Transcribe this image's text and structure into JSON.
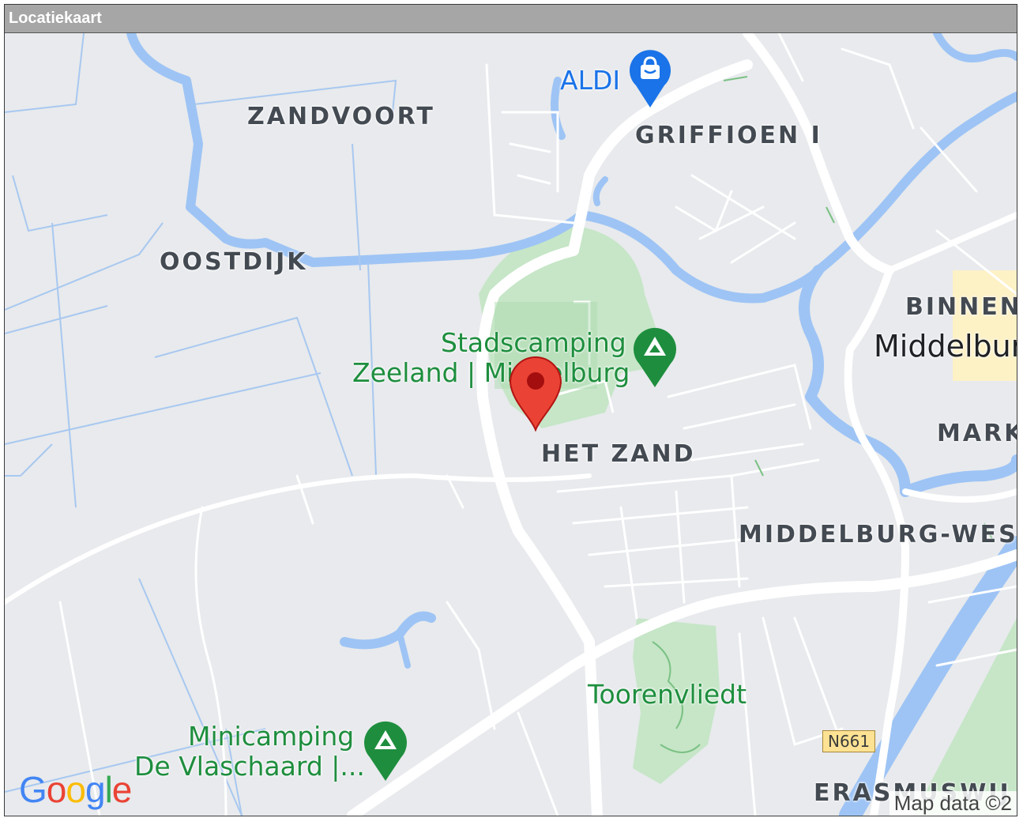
{
  "window": {
    "title": "Locatiekaart"
  },
  "map": {
    "districts": [
      "ZANDVOORT",
      "GRIFFIOEN I",
      "OOSTDIJK",
      "BINNEN",
      "MARK",
      "HET ZAND",
      "MIDDELBURG-WEST",
      "ERASMUSWIJ"
    ],
    "city": "Middelbur",
    "pois": {
      "aldi": "ALDI",
      "stadscamping_line1": "Stadscamping",
      "stadscamping_line2": "Zeeland | Middelburg",
      "toorenvliedt": "Toorenvliedt",
      "minicamping_line1": "Minicamping",
      "minicamping_line2": "De Vlaschaard |..."
    },
    "road_shield": "N661",
    "attribution": "Map data ©2",
    "logo": "Google",
    "colors": {
      "land": "#e8eaed",
      "water": "#9ec4f5",
      "park": "#c6e6c7",
      "road": "#ffffff",
      "marker": "#ea4335",
      "poi_green": "#1e8e3e",
      "poi_blue": "#1a73e8"
    },
    "icons": [
      "shopping-bag-icon",
      "campground-icon",
      "location-marker-icon"
    ]
  }
}
